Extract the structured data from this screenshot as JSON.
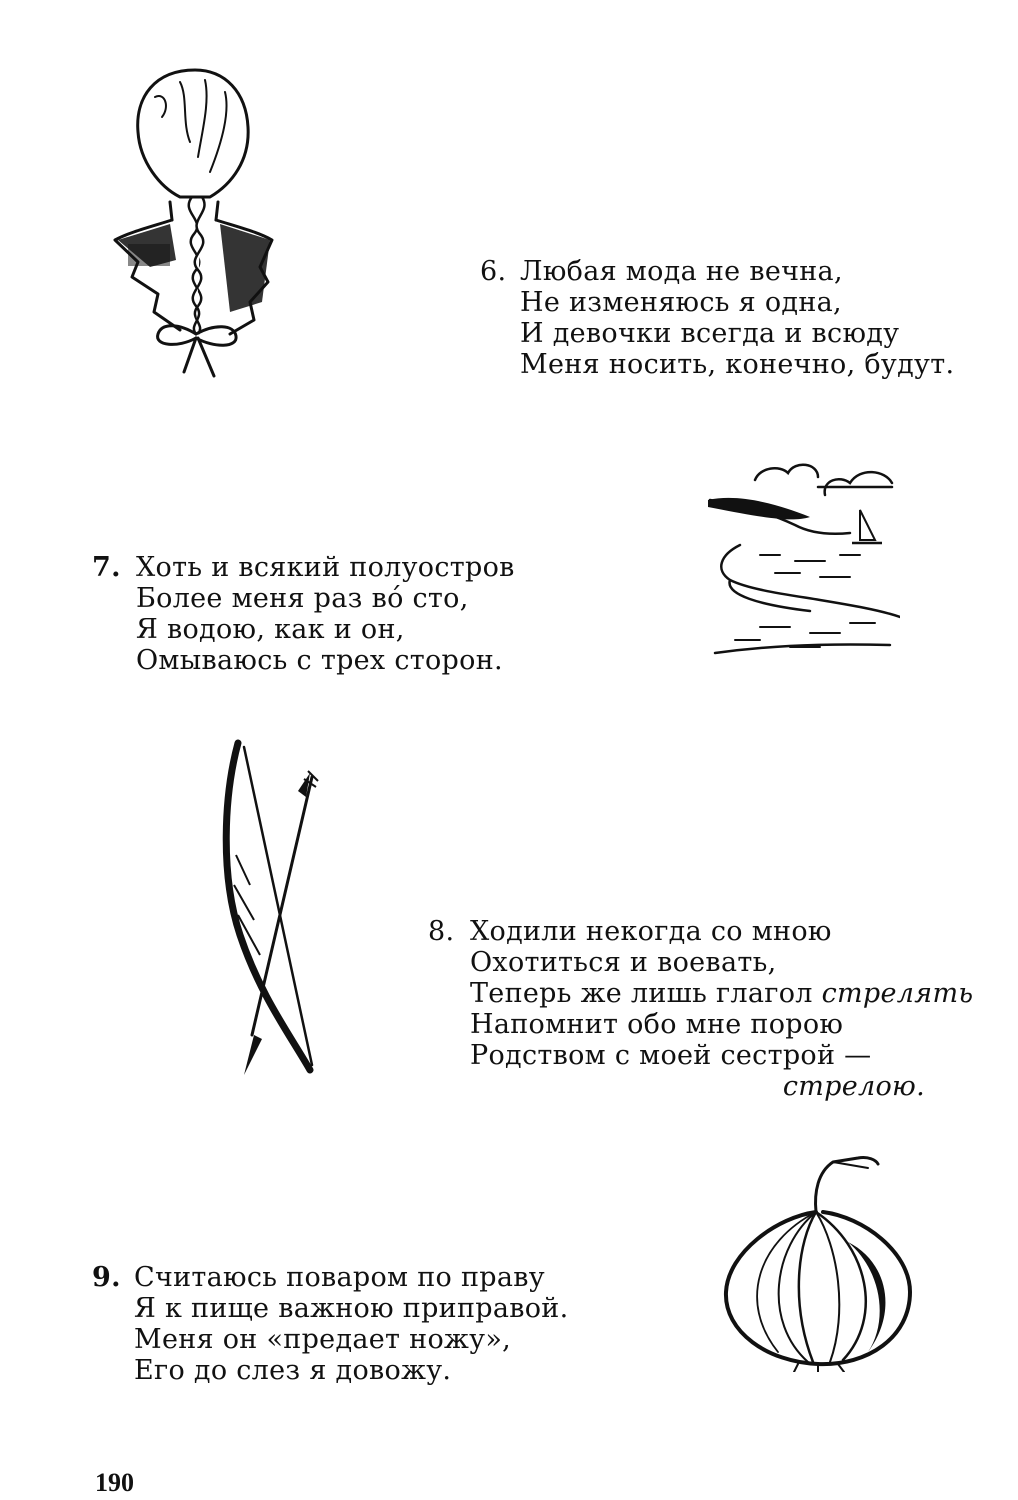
{
  "page_number": "190",
  "riddles": [
    {
      "number": "6.",
      "lines": [
        "Любая мода не вечна,",
        "Не изменяюсь я одна,",
        "И девочки всегда и всюду",
        "Меня носить, конечно, будут."
      ],
      "illustration": "braid-icon"
    },
    {
      "number": "7.",
      "lines": [
        "Хоть и всякий полуостров",
        "Более меня раз во́ сто,",
        "Я водою, как и он,",
        "Омываюсь с трех сторон."
      ],
      "illustration": "cape-landscape-icon"
    },
    {
      "number": "8.",
      "lines": [
        "Ходили некогда со мною",
        "Охотиться и воевать,",
        "Напомнит обо мне порою",
        "Родством с моей сестрой —"
      ],
      "line3_prefix": "Теперь же лишь глагол ",
      "line3_italic": "стрелять",
      "final_italic": "стрелою.",
      "illustration": "bow-and-arrow-icon"
    },
    {
      "number": "9.",
      "lines": [
        "Считаюсь поваром по праву",
        "Я к пище важною приправой.",
        "Меня он «предает ножу»,",
        "Его до слез я довожу."
      ],
      "illustration": "onion-icon"
    }
  ]
}
